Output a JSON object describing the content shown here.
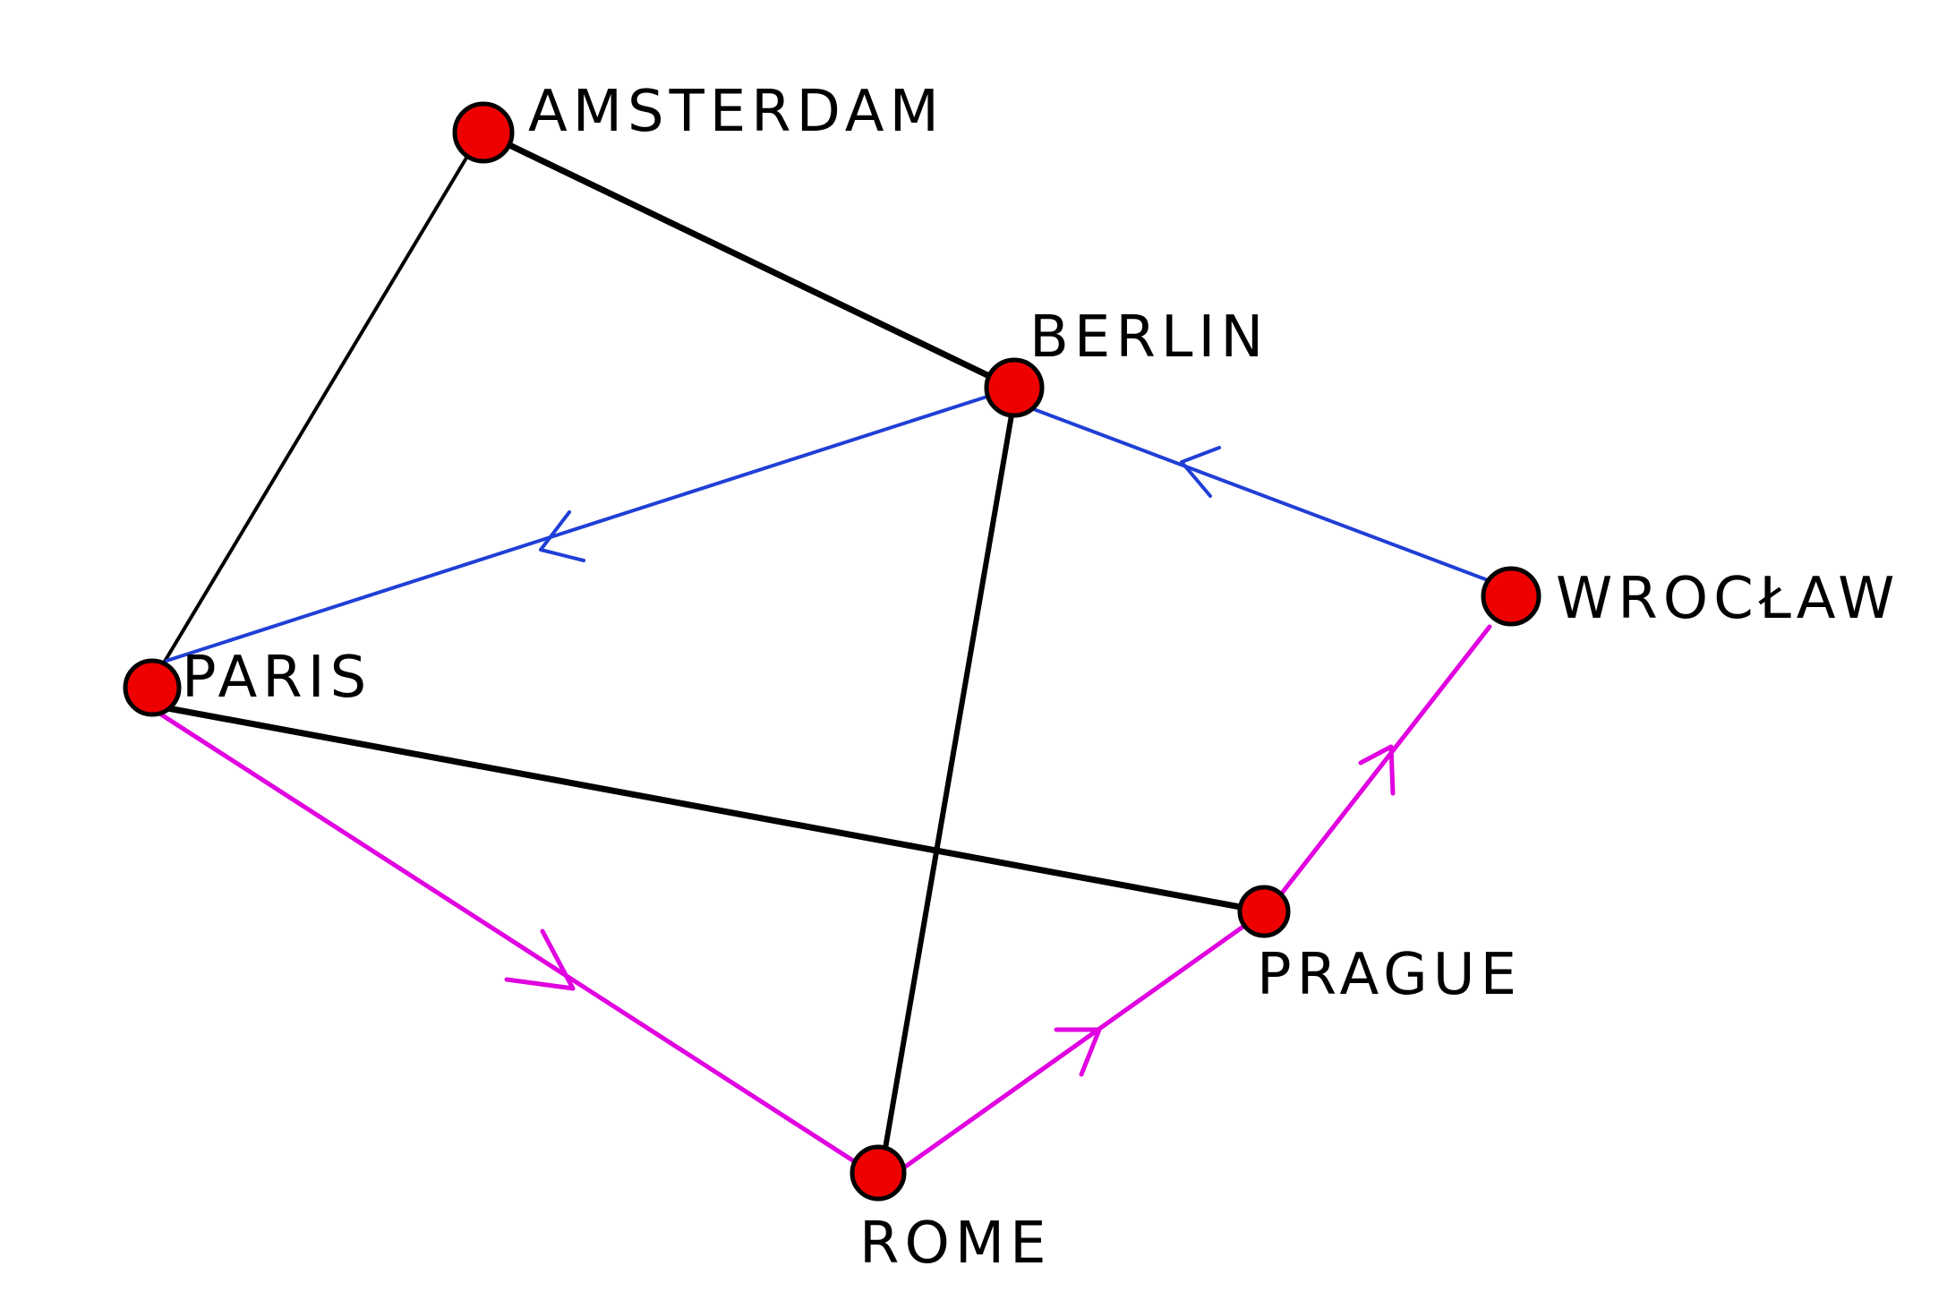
{
  "colors": {
    "background": "#ffffff",
    "node_fill": "#ee0000",
    "node_stroke": "#000000",
    "undirected_edge": "#000000",
    "blue_path": "#1f3fd6",
    "magenta_path": "#e000e0"
  },
  "nodes": {
    "amsterdam": {
      "label": "AMSTERDAM"
    },
    "berlin": {
      "label": "BERLIN"
    },
    "paris": {
      "label": "PARIS"
    },
    "wroclaw": {
      "label": "WROCŁAW"
    },
    "prague": {
      "label": "PRAGUE"
    },
    "rome": {
      "label": "ROME"
    }
  },
  "edges": [
    {
      "from": "amsterdam",
      "to": "berlin",
      "style": "undirected"
    },
    {
      "from": "amsterdam",
      "to": "paris",
      "style": "undirected"
    },
    {
      "from": "berlin",
      "to": "rome",
      "style": "undirected"
    },
    {
      "from": "paris",
      "to": "prague",
      "style": "undirected"
    },
    {
      "from": "wroclaw",
      "to": "berlin",
      "style": "blue-directed"
    },
    {
      "from": "berlin",
      "to": "paris",
      "style": "blue-directed"
    },
    {
      "from": "paris",
      "to": "rome",
      "style": "magenta-directed"
    },
    {
      "from": "rome",
      "to": "prague",
      "style": "magenta-directed"
    },
    {
      "from": "prague",
      "to": "wroclaw",
      "style": "magenta-directed"
    }
  ]
}
